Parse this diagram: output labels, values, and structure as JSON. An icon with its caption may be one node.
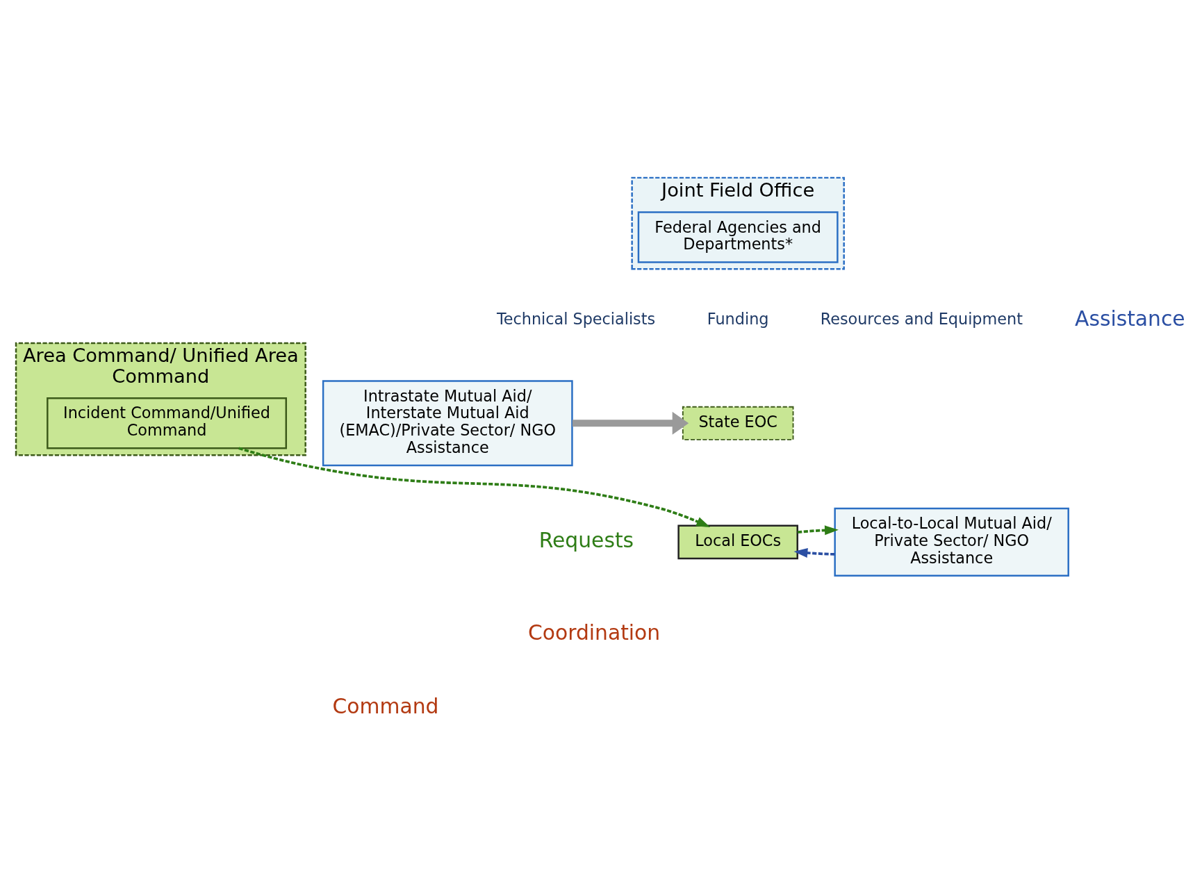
{
  "diagram": {
    "nodes": [
      {
        "text": [
          "Joint Field Office"
        ]
      },
      {
        "text": [
          "Federal Agencies and Departments*"
        ],
        "in": 0
      },
      {
        "text": [
          "State EOC"
        ]
      },
      {
        "text": [
          "Intrastate Mutual Aid/ Interstate Mutual Aid (EMAC)/Private Sector/ NGO Assistance"
        ]
      },
      {
        "text": [
          "Local EOCs"
        ]
      },
      {
        "text": [
          "Local-to-Local Mutual Aid/ Private Sector/ NGO Assistance"
        ]
      },
      {
        "text": [
          "Area Command/ Unified Area Command"
        ]
      },
      {
        "text": [
          "Incident Command/Unified Command"
        ],
        "in": 6
      }
    ],
    "edges": [
      {
        "from": 3,
        "to": 2,
        "arrow": "to",
        "style": "thick",
        "color": "#9a9a9a"
      },
      {
        "from": 5,
        "to": 4,
        "arrow": "to",
        "style": "dashed",
        "color": "#2b4fa3"
      },
      {
        "from": 4,
        "to": 5,
        "arrow": "to",
        "style": "dashed",
        "color": "#2e7d16"
      },
      {
        "from": 7,
        "to": 4,
        "arrow": "to",
        "style": "dashed",
        "color": "#2e7d16"
      }
    ],
    "labels": [
      "Technical Specialists",
      "Funding",
      "Resources and Equipment",
      "Assistance",
      "Requests",
      "Coordination",
      "Command"
    ]
  }
}
